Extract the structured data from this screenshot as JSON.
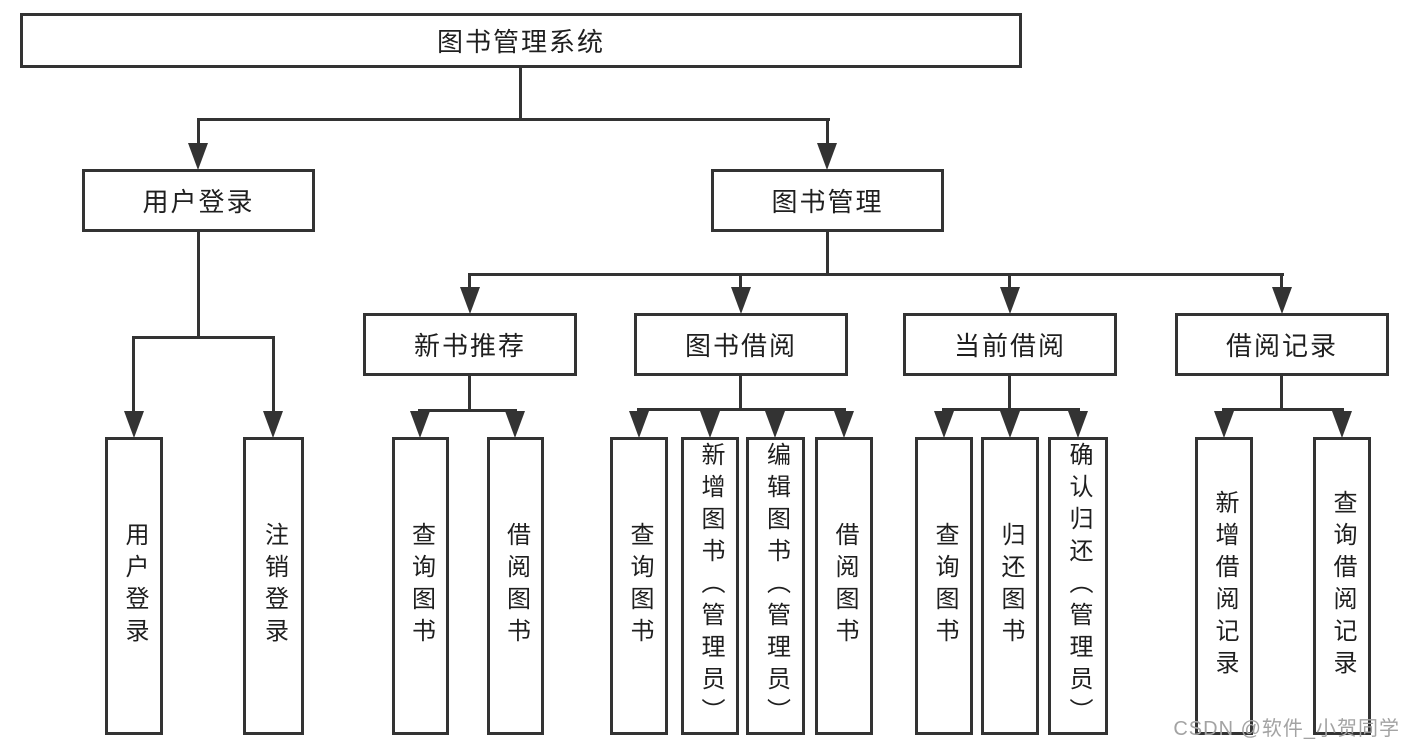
{
  "tree": {
    "label": "图书管理系统",
    "children": [
      {
        "label": "用户登录",
        "children": [
          {
            "label": "用户登录"
          },
          {
            "label": "注销登录"
          }
        ]
      },
      {
        "label": "图书管理",
        "children": [
          {
            "label": "新书推荐",
            "children": [
              {
                "label": "查询图书"
              },
              {
                "label": "借阅图书"
              }
            ]
          },
          {
            "label": "图书借阅",
            "children": [
              {
                "label": "查询图书"
              },
              {
                "label": "新增图书（管理员）"
              },
              {
                "label": "编辑图书（管理员）"
              },
              {
                "label": "借阅图书"
              }
            ]
          },
          {
            "label": "当前借阅",
            "children": [
              {
                "label": "查询图书"
              },
              {
                "label": "归还图书"
              },
              {
                "label": "确认归还（管理员）"
              }
            ]
          },
          {
            "label": "借阅记录",
            "children": [
              {
                "label": "新增借阅记录"
              },
              {
                "label": "查询借阅记录"
              }
            ]
          }
        ]
      }
    ]
  },
  "watermark": {
    "text": "CSDN @软件_小贺同学"
  },
  "colors": {
    "line": "#333333",
    "ink": "#1f1f1f",
    "watermark": "#a3a3a3",
    "bg": "#ffffff"
  }
}
